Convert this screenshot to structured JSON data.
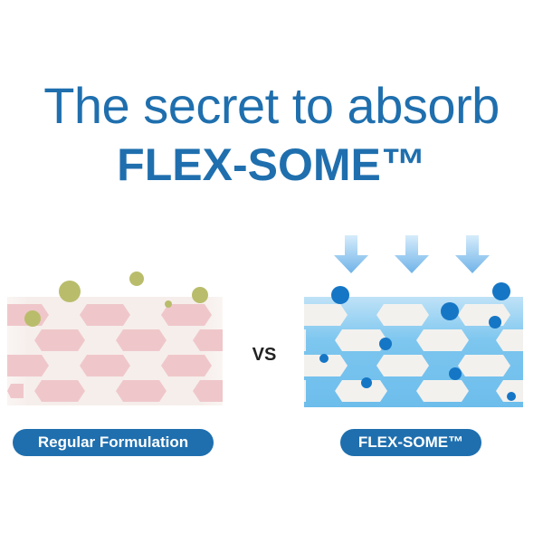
{
  "headline": "The secret to absorb",
  "subheadline": "FLEX-SOME™",
  "vs_label": "VS",
  "left_label": "Regular Formulation",
  "right_label": "FLEX-SOME™",
  "colors": {
    "brand_blue": "#1f6fae",
    "cell_pink": "#efc7ca",
    "skin_bg": "#f6eeeb",
    "particle_olive": "#b9bd6b",
    "cell_white": "#f3f1ee",
    "gel_blue": "#5bb8e8",
    "dot_blue": "#1576c5",
    "arrow_blue": "#8bc5ef"
  }
}
